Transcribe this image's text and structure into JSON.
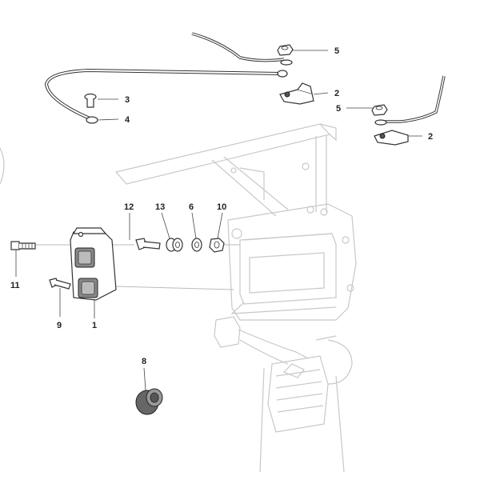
{
  "diagram": {
    "callouts": [
      {
        "id": "c1",
        "label": "1"
      },
      {
        "id": "c2a",
        "label": "2"
      },
      {
        "id": "c2b",
        "label": "2"
      },
      {
        "id": "c3",
        "label": "3"
      },
      {
        "id": "c4",
        "label": "4"
      },
      {
        "id": "c5a",
        "label": "5"
      },
      {
        "id": "c5b",
        "label": "5"
      },
      {
        "id": "c6",
        "label": "6"
      },
      {
        "id": "c8",
        "label": "8"
      },
      {
        "id": "c9",
        "label": "9"
      },
      {
        "id": "c10",
        "label": "10"
      },
      {
        "id": "c11",
        "label": "11"
      },
      {
        "id": "c12",
        "label": "12"
      },
      {
        "id": "c13",
        "label": "13"
      }
    ]
  }
}
